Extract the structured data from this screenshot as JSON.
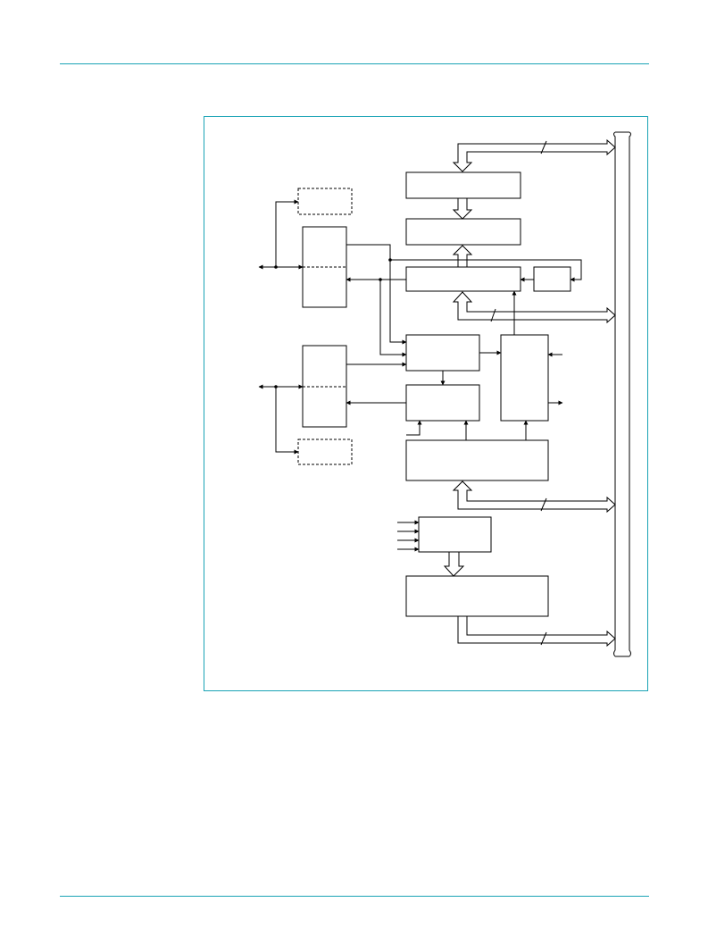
{
  "colors": {
    "accent": "#1aa3b5",
    "line": "#000000",
    "bus_fill": "#ffffff",
    "background": "#ffffff"
  },
  "figure": {
    "description_text": "",
    "blocks": [
      {
        "id": "block-top-1",
        "style": "solid"
      },
      {
        "id": "block-top-2",
        "style": "solid"
      },
      {
        "id": "block-register",
        "style": "solid"
      },
      {
        "id": "block-small-right",
        "style": "solid"
      },
      {
        "id": "block-port-upper",
        "style": "solid",
        "divided": true
      },
      {
        "id": "block-port-lower",
        "style": "solid",
        "divided": true
      },
      {
        "id": "block-optional-upper",
        "style": "dashed"
      },
      {
        "id": "block-optional-lower",
        "style": "dashed"
      },
      {
        "id": "block-mid-upper",
        "style": "solid"
      },
      {
        "id": "block-mid-lower",
        "style": "solid"
      },
      {
        "id": "block-tall-right",
        "style": "solid"
      },
      {
        "id": "block-wide-middle",
        "style": "solid"
      },
      {
        "id": "block-input-selector",
        "style": "solid"
      },
      {
        "id": "block-wide-bottom",
        "style": "solid"
      }
    ],
    "bus_count": 4
  }
}
